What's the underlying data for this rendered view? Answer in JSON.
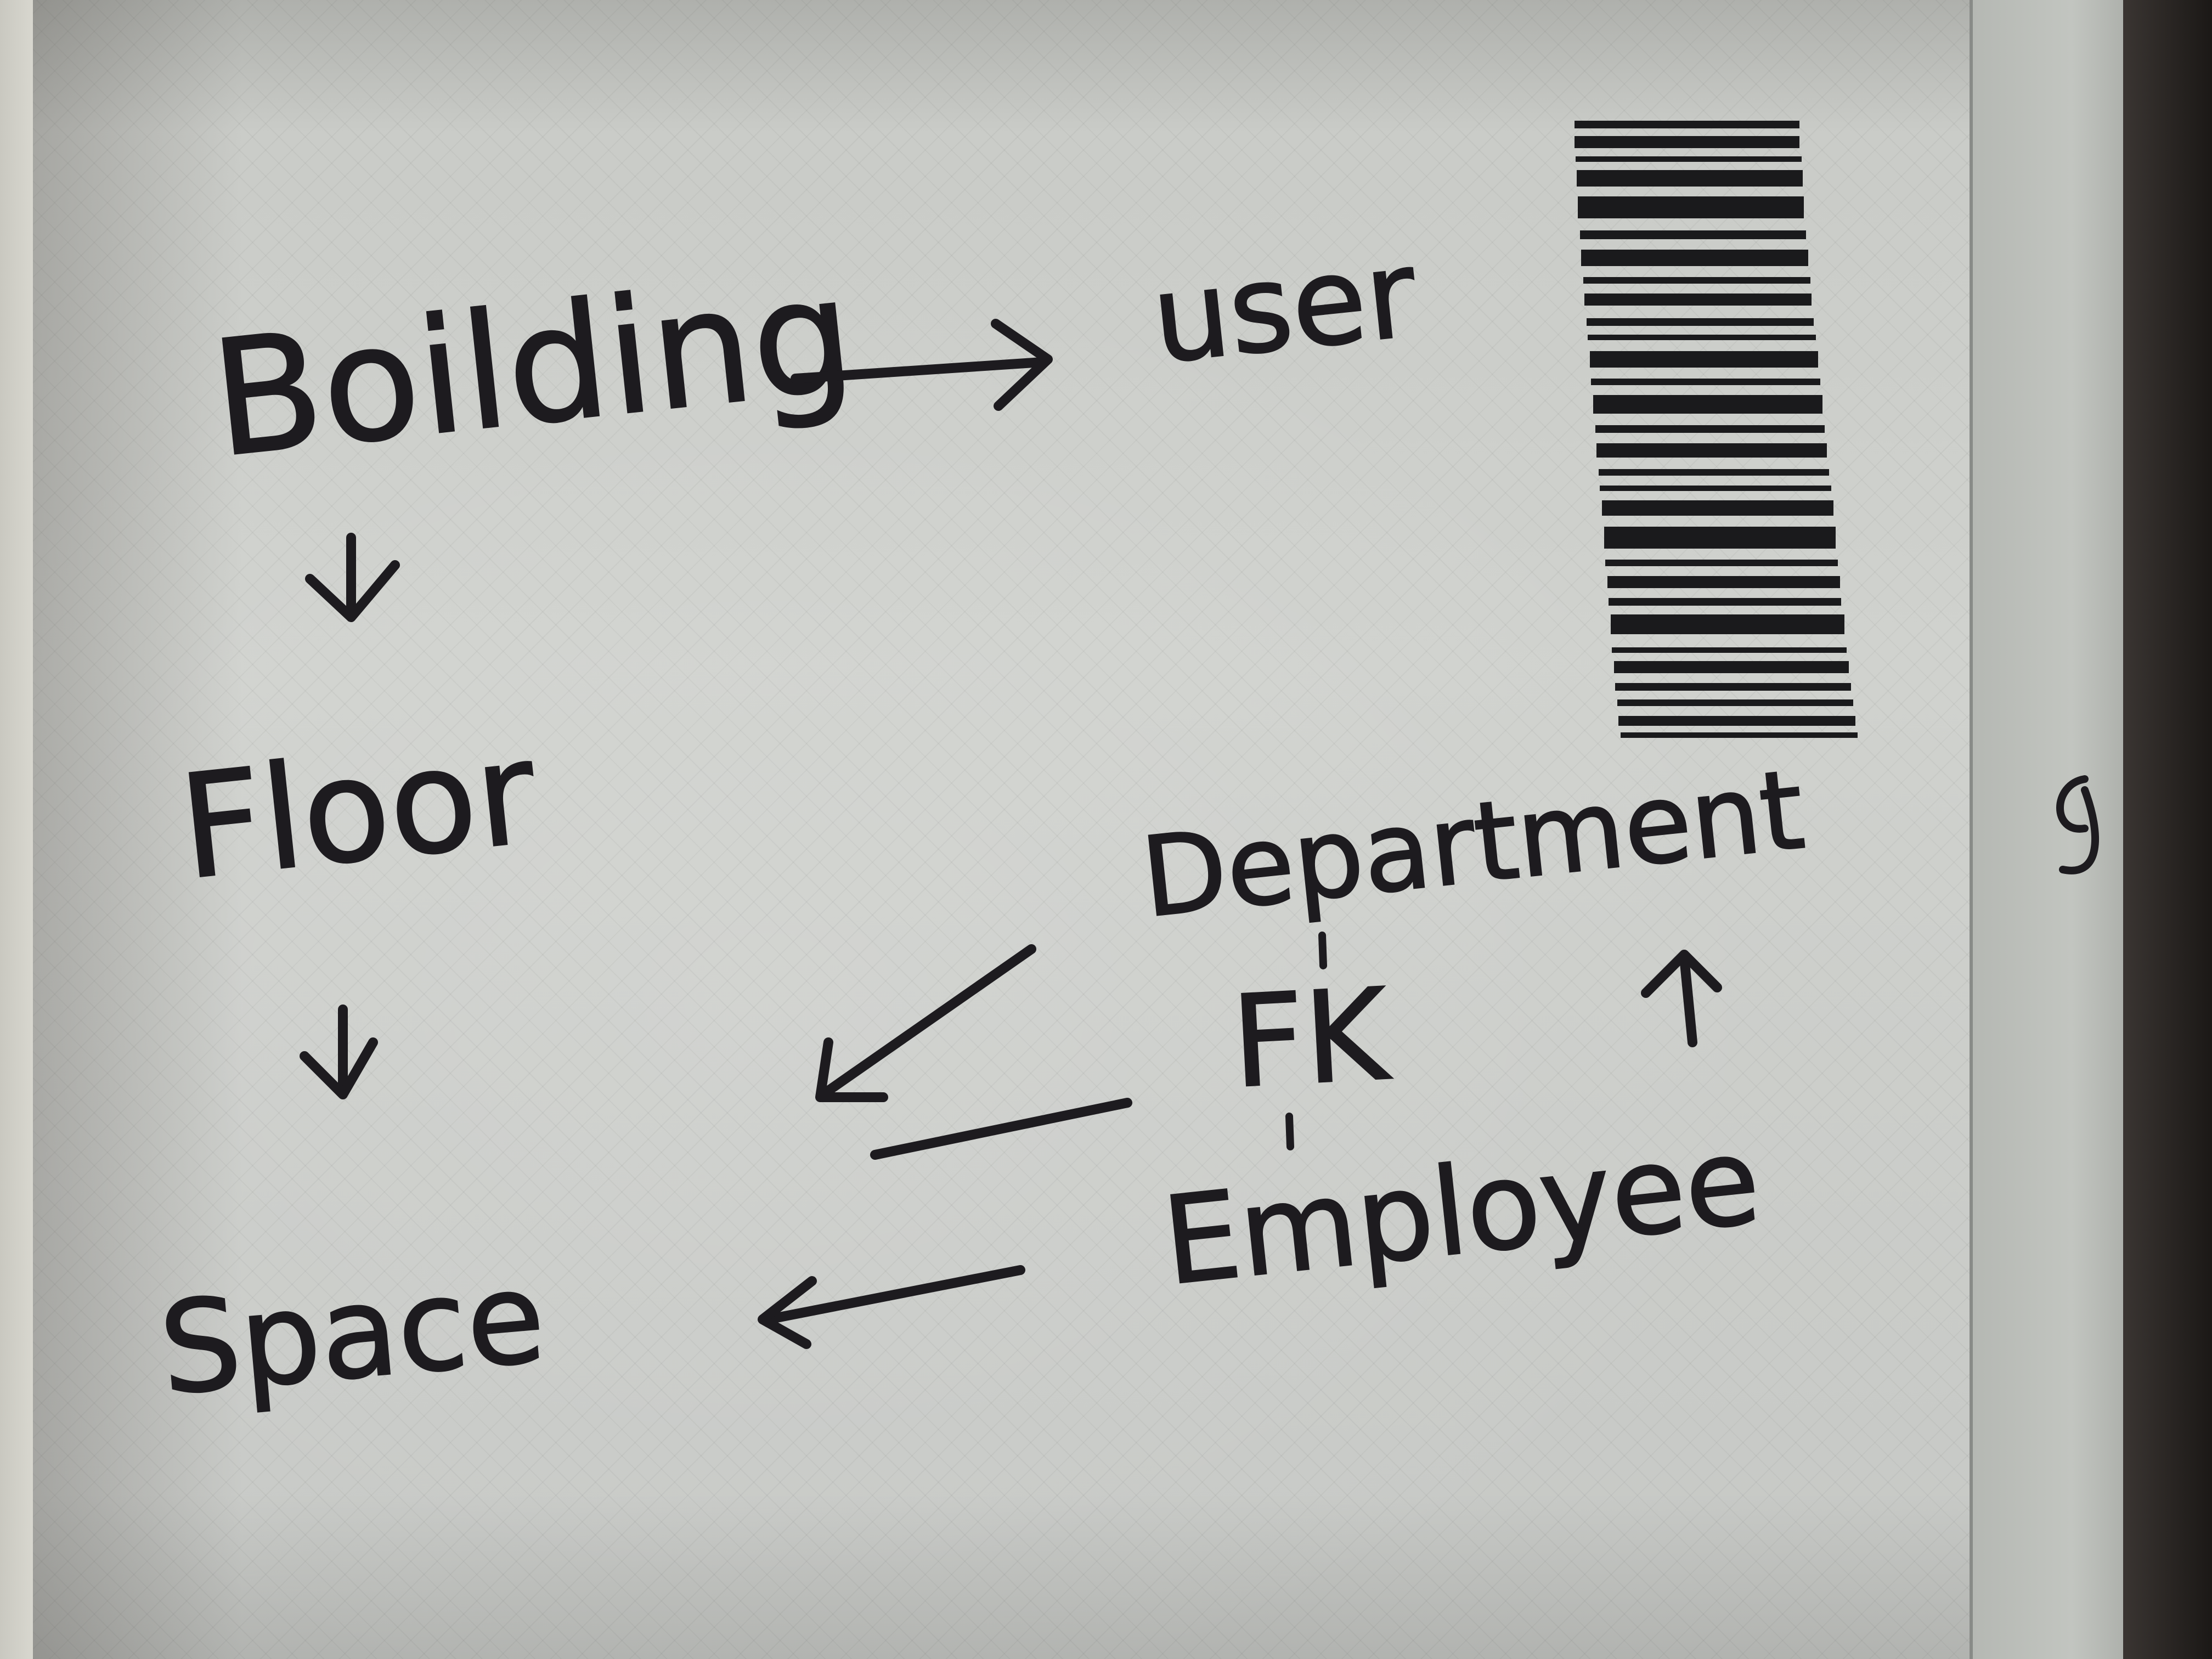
{
  "photo": {
    "subject": "handwritten diagram on a notebook page",
    "labels": {
      "building": "Boilding",
      "user": "user",
      "floor": "Floor",
      "space": "Space",
      "department": "Department",
      "fk": "FK",
      "employee": "Employee"
    },
    "colors": {
      "ink": "#1d1b1f",
      "paper": "#cbcdc9"
    }
  }
}
